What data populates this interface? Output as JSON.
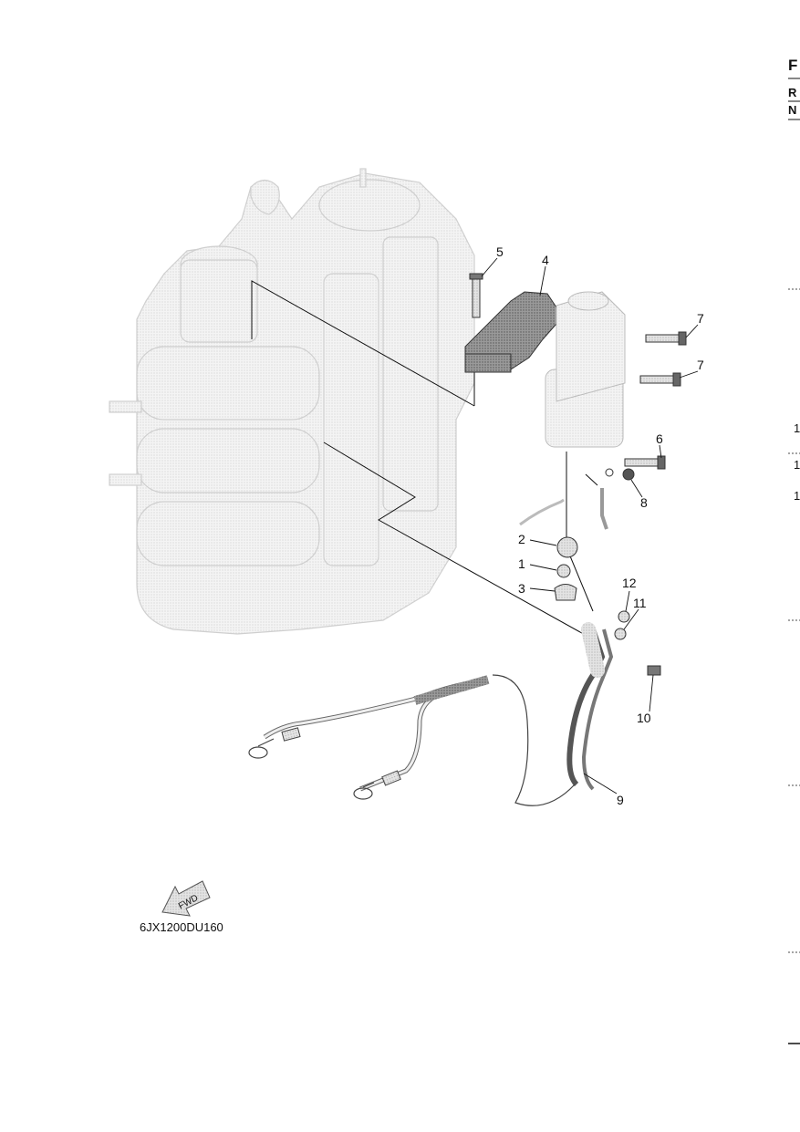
{
  "diagram": {
    "part_callouts": [
      "1",
      "2",
      "3",
      "4",
      "5",
      "6",
      "7",
      "7",
      "8",
      "9",
      "10",
      "11",
      "12"
    ],
    "drawing_code": "6JX1200DU160",
    "direction_arrow_label": "FWD"
  },
  "page_edge": {
    "letters": [
      "F",
      "R",
      "N"
    ],
    "row_numbers": [
      "1",
      "1",
      "1"
    ]
  }
}
